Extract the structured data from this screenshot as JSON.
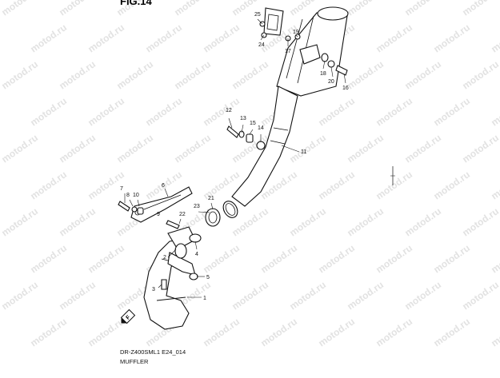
{
  "header": {
    "fig_label": "FIG.14"
  },
  "caption": {
    "model_code": "DR-Z400SML1 E24_014",
    "title": "MUFFLER"
  },
  "watermark": {
    "text": "motod.ru"
  },
  "callouts": {
    "n1": "1",
    "n2": "2",
    "n3": "3",
    "n4": "4",
    "n5": "5",
    "n6": "6",
    "n7": "7",
    "n8": "8",
    "n9": "9",
    "n10": "10",
    "n11": "11",
    "n12": "12",
    "n13": "13",
    "n14": "14",
    "n15": "15",
    "n16": "16",
    "n17": "17",
    "n18": "18",
    "n19": "19",
    "n20": "20",
    "n21": "21",
    "n22": "22",
    "n23": "23",
    "n24": "24",
    "n25": "25"
  },
  "front_marker": {
    "label": "F"
  },
  "colors": {
    "line": "#111111",
    "watermark": "#e2e2e2",
    "background": "#ffffff"
  }
}
